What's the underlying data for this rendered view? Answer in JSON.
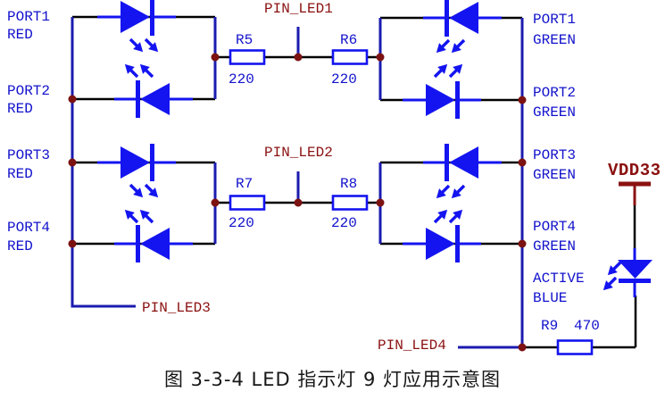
{
  "caption": "图 3-3-4 LED 指示灯 9 灯应用示意图",
  "power": {
    "label": "VDD33"
  },
  "nets": {
    "led1": "PIN_LED1",
    "led2": "PIN_LED2",
    "led3": "PIN_LED3",
    "led4": "PIN_LED4"
  },
  "left_ports": [
    {
      "port": "PORT1",
      "color": "RED"
    },
    {
      "port": "PORT2",
      "color": "RED"
    },
    {
      "port": "PORT3",
      "color": "RED"
    },
    {
      "port": "PORT4",
      "color": "RED"
    }
  ],
  "right_ports": [
    {
      "port": "PORT1",
      "color": "GREEN"
    },
    {
      "port": "PORT2",
      "color": "GREEN"
    },
    {
      "port": "PORT3",
      "color": "GREEN"
    },
    {
      "port": "PORT4",
      "color": "GREEN"
    }
  ],
  "active_led": {
    "line1": "ACTIVE",
    "line2": "BLUE"
  },
  "resistors": [
    {
      "name": "R5",
      "value": "220"
    },
    {
      "name": "R6",
      "value": "220"
    },
    {
      "name": "R7",
      "value": "220"
    },
    {
      "name": "R8",
      "value": "220"
    },
    {
      "name": "R9",
      "value": "470"
    }
  ],
  "colors": {
    "wire_black": "#000000",
    "wire_blue": "#1b1bb0",
    "led_blue": "#1414f0",
    "label_blue": "#1212cc",
    "net_red": "#8b1111",
    "junction_red": "#7c1212"
  }
}
